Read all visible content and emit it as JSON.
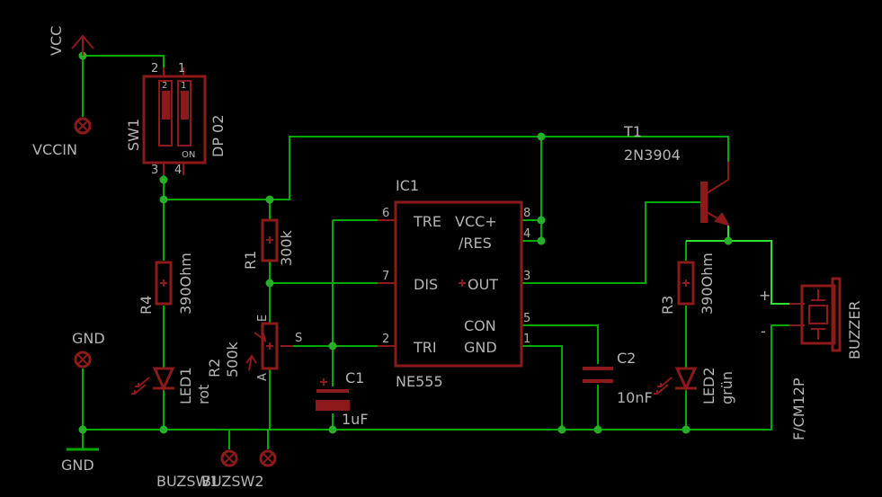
{
  "colors": {
    "wire": "#00a800",
    "part": "#8c1a1a",
    "junction": "#27b027",
    "text": "#b4b4b4",
    "background": "#000000",
    "highlight_wire": "#30e030"
  },
  "supply": {
    "vcc": "VCC",
    "vccin": "VCCIN",
    "gnd_top": "GND",
    "gnd_bottom": "GND"
  },
  "sw1": {
    "name": "SW1",
    "value": "DP 02",
    "pin1": "1",
    "pin2": "2",
    "pin3": "3",
    "pin4": "4",
    "inner_pin1": "1",
    "inner_pin2": "2",
    "on_label": "ON"
  },
  "r1": {
    "name": "R1",
    "value": "300k"
  },
  "r2": {
    "name": "R2",
    "value": "500k",
    "pin_a": "A",
    "pin_e": "E",
    "pin_s": "S"
  },
  "r3": {
    "name": "R3",
    "value": "390Ohm"
  },
  "r4": {
    "name": "R4",
    "value": "390Ohm"
  },
  "c1": {
    "name": "C1",
    "value": "1uF"
  },
  "c2": {
    "name": "C2",
    "value": "10nF"
  },
  "led1": {
    "name": "LED1",
    "value": "rot"
  },
  "led2": {
    "name": "LED2",
    "value": "grün"
  },
  "t1": {
    "name": "T1",
    "value": "2N3904"
  },
  "buzzer": {
    "name": "BUZZER",
    "value": "F/CM12P",
    "plus": "+",
    "minus": "-"
  },
  "ic1": {
    "name": "IC1",
    "value": "NE555",
    "tre": "TRE",
    "vcc": "VCC+",
    "res": "/RES",
    "dis": "DIS",
    "out": "OUT",
    "con": "CON",
    "tri": "TRI",
    "gnd": "GND",
    "pin6": "6",
    "pin8": "8",
    "pin4": "4",
    "pin7": "7",
    "pin3": "3",
    "pin5": "5",
    "pin2": "2",
    "pin1": "1"
  },
  "pads": {
    "buzsw1": "BUZSW1",
    "buzsw2": "BUZSW2"
  }
}
